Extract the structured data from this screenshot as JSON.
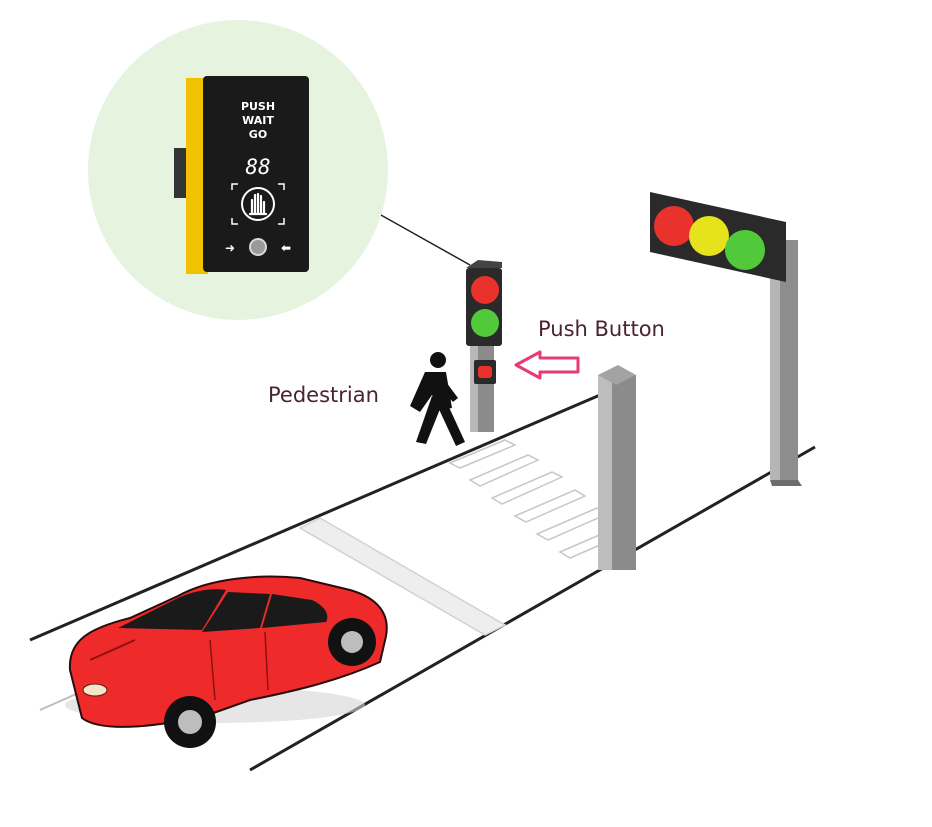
{
  "labels": {
    "push_button": "Push Button",
    "pedestrian": "Pedestrian"
  },
  "button_panel": {
    "lines": [
      "PUSH",
      "WAIT",
      "GO"
    ],
    "countdown": "88",
    "left_arrow": "➜",
    "right_arrow": "⬅"
  },
  "colors": {
    "zoom_background": "#e6f3df",
    "panel_body": "#1a1a1a",
    "panel_side": "#f2c200",
    "car": "#ef2a2a",
    "light_red": "#e8322b",
    "light_yellow": "#e6e21c",
    "light_green": "#52c93a",
    "arrow": "#e83a7a",
    "pole": "#8b8b8b"
  }
}
